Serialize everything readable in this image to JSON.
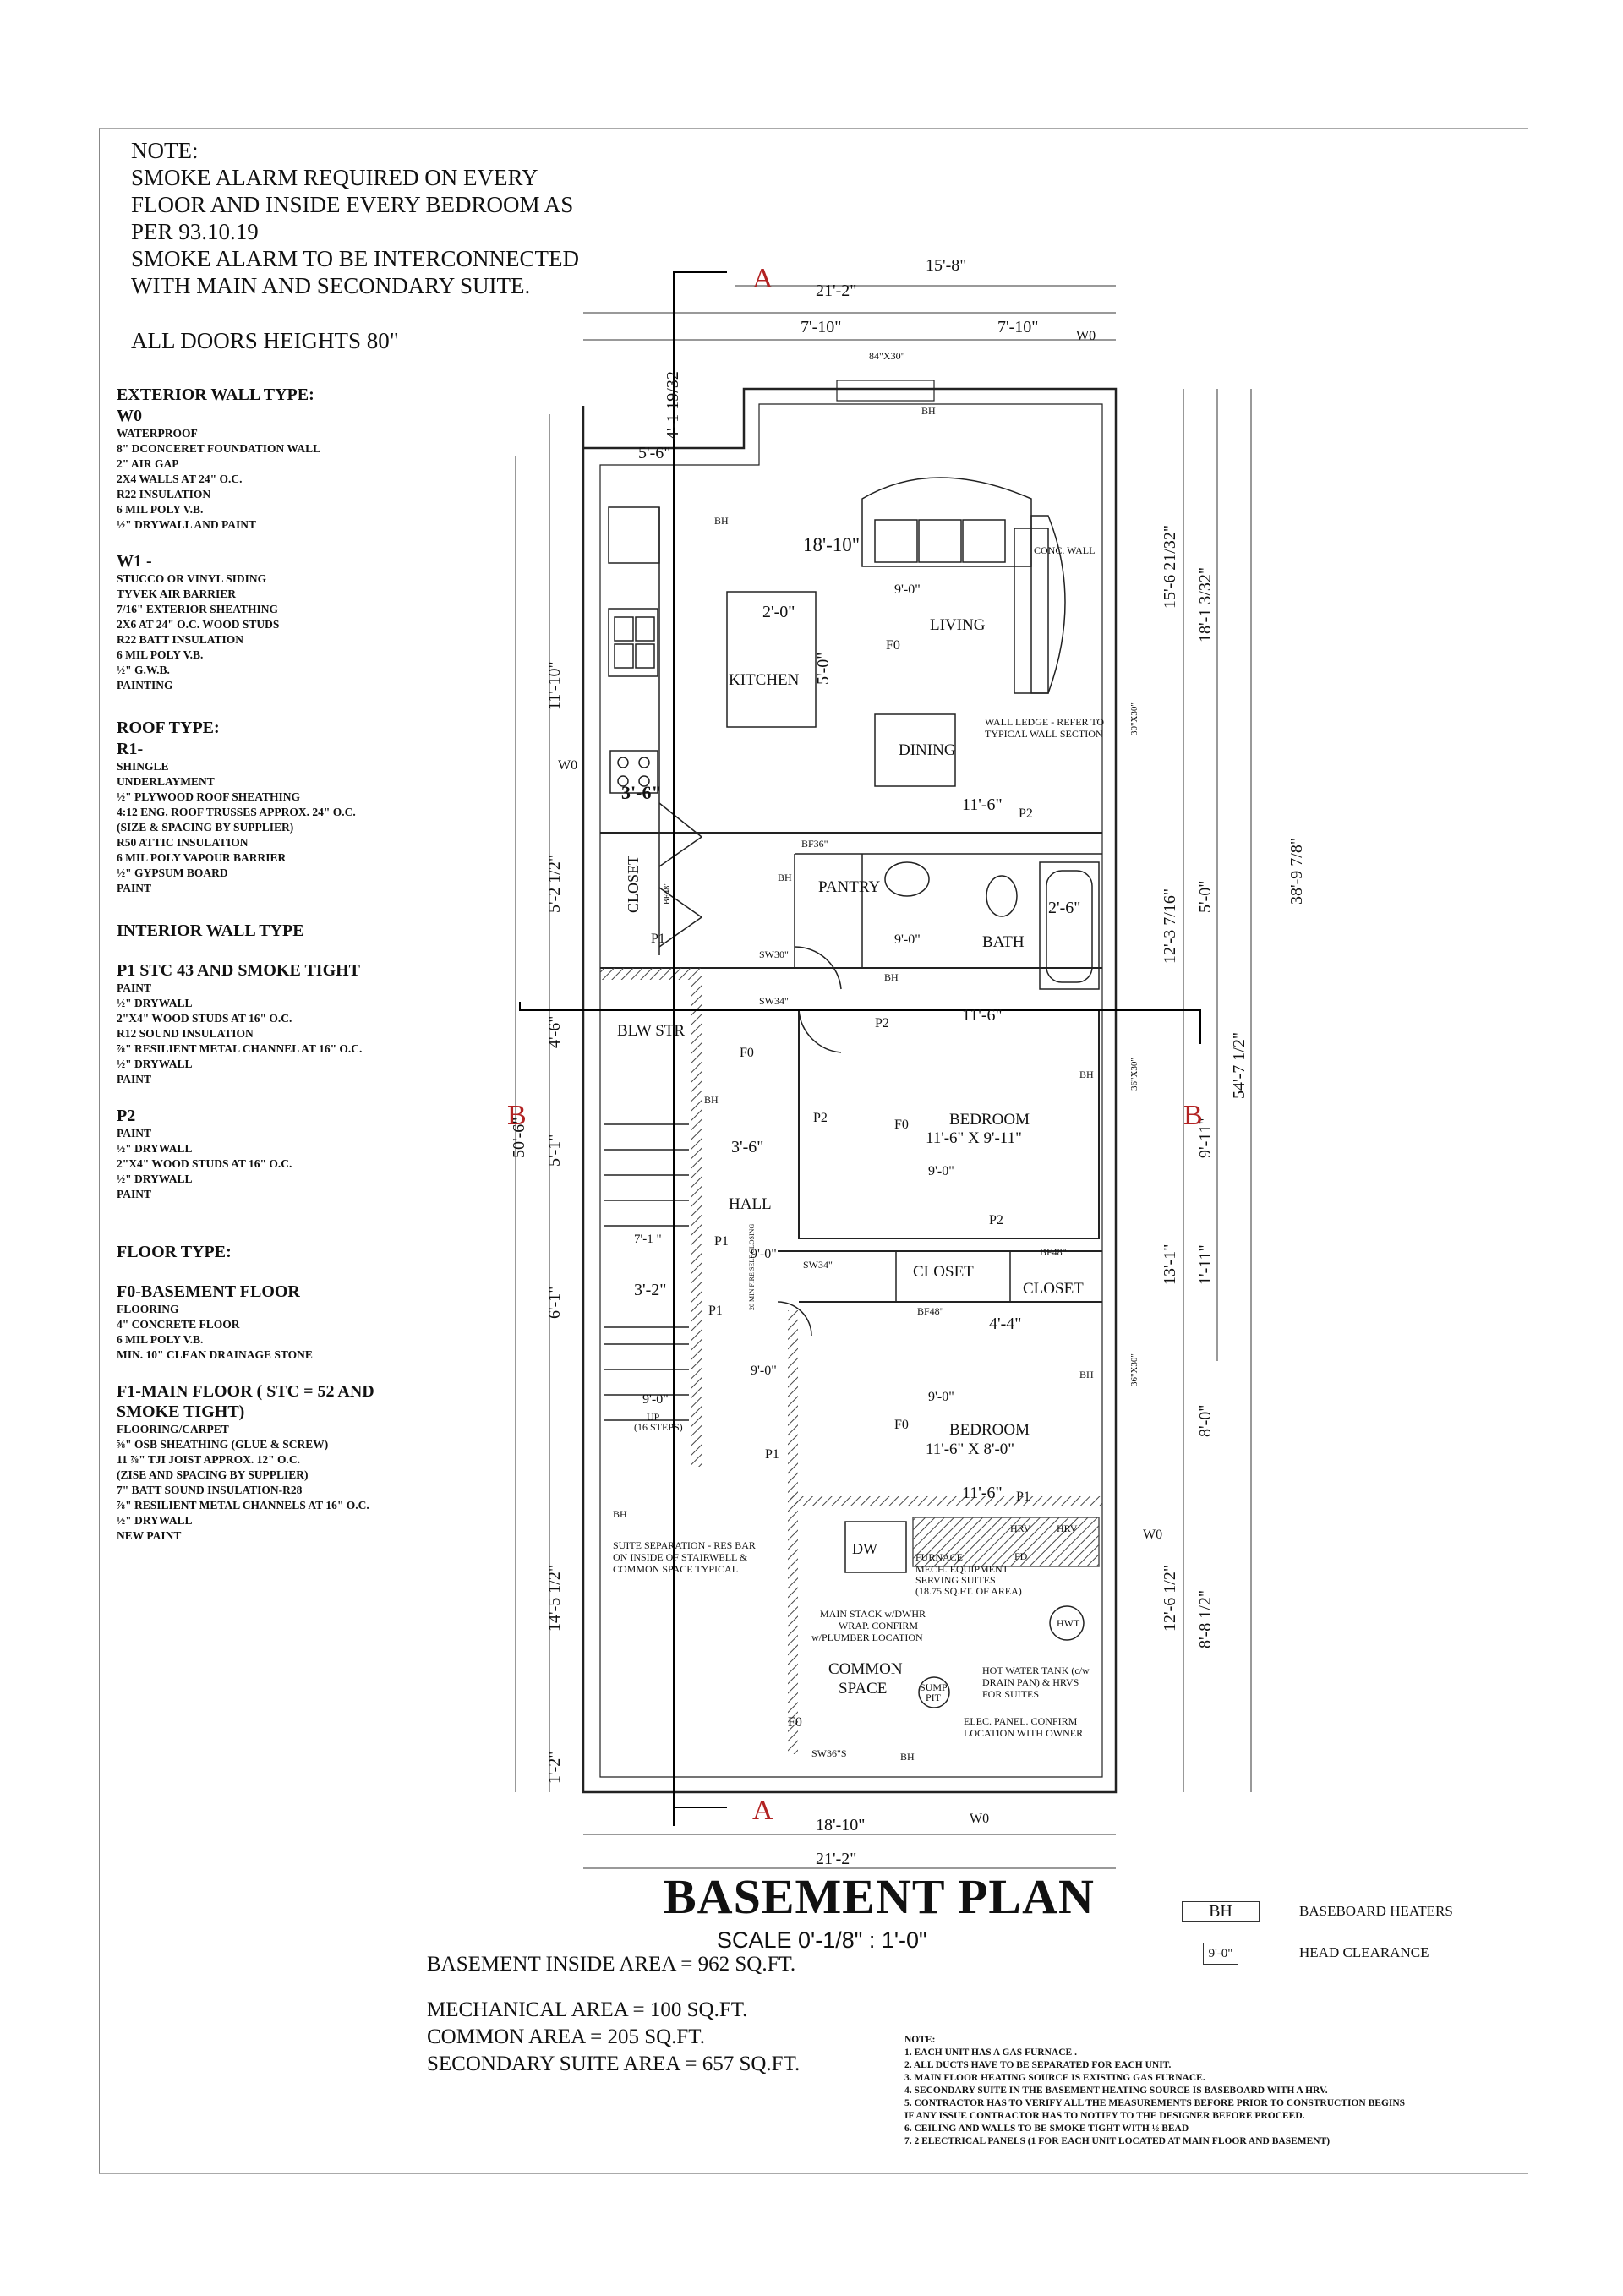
{
  "top_note": {
    "lines": [
      "NOTE:",
      "SMOKE ALARM REQUIRED ON EVERY",
      "FLOOR AND INSIDE EVERY BEDROOM AS",
      "PER 93.10.19",
      "SMOKE ALARM TO BE INTERCONNECTED",
      "WITH MAIN AND SECONDARY SUITE."
    ],
    "doors": "ALL DOORS HEIGHTS 80\""
  },
  "specs": {
    "exterior_title": "EXTERIOR WALL TYPE:",
    "w0_title": "W0",
    "w0_lines": [
      "WATERPROOF",
      "8\" DCONCERET FOUNDATION WALL",
      " 2\" AIR GAP",
      "2X4 WALLS AT 24\" O.C.",
      "R22 INSULATION",
      "6 MIL POLY V.B.",
      "½\" DRYWALL AND PAINT"
    ],
    "w1_title": "W1 -",
    "w1_lines": [
      "STUCCO OR VINYL SIDING",
      "TYVEK AIR BARRIER",
      "7/16\" EXTERIOR SHEATHING",
      "2X6 AT 24\" O.C. WOOD STUDS",
      "R22  BATT INSULATION",
      "6 MIL POLY V.B.",
      "½\" G.W.B.",
      "PAINTING"
    ],
    "roof_title": "ROOF TYPE:",
    "r1_title": "R1-",
    "r1_lines": [
      "SHINGLE",
      "UNDERLAYMENT",
      "½\" PLYWOOD ROOF SHEATHING",
      "4:12 ENG. ROOF TRUSSES APPROX. 24\" O.C.",
      "(SIZE & SPACING BY SUPPLIER)",
      "R50 ATTIC INSULATION",
      "6 MIL POLY VAPOUR BARRIER",
      "½\" GYPSUM BOARD",
      "PAINT"
    ],
    "interior_title": "INTERIOR WALL TYPE",
    "p1_title": "P1  STC 43 AND SMOKE TIGHT",
    "p1_lines": [
      "PAINT",
      "½\" DRYWALL",
      "2\"X4\" WOOD STUDS AT 16\" O.C.",
      "R12 SOUND INSULATION",
      "⅞\" RESILIENT METAL CHANNEL AT 16\" O.C.",
      "½\" DRYWALL",
      "PAINT"
    ],
    "p2_title": "P2",
    "p2_lines": [
      "PAINT",
      "½\" DRYWALL",
      "2\"X4\" WOOD STUDS AT 16\" O.C.",
      "½\" DRYWALL",
      "PAINT"
    ],
    "floor_title": "FLOOR TYPE:",
    "f0_title": "F0-BASEMENT FLOOR",
    "f0_lines": [
      " FLOORING",
      "4\" CONCRETE FLOOR",
      "6 MIL POLY V.B.",
      "MIN. 10\" CLEAN DRAINAGE STONE"
    ],
    "f1_title": "F1-MAIN FLOOR ( STC = 52 AND SMOKE TIGHT)",
    "f1_lines": [
      "FLOORING/CARPET",
      "⅝\" OSB SHEATHING (GLUE & SCREW)",
      "11 ⅞\" TJI JOIST APPROX. 12\" O.C.",
      "(ZISE AND SPACING BY SUPPLIER)",
      " 7\" BATT SOUND INSULATION-R28",
      "⅞\" RESILIENT METAL CHANNELS AT 16\" O.C.",
      "½\" DRYWALL",
      "NEW PAINT"
    ]
  },
  "plan": {
    "dims": {
      "top_15_8": "15'-8\"",
      "top_21_2": "21'-2\"",
      "top_7_10a": "7'-10\"",
      "top_7_10b": "7'-10\"",
      "win_top": "84\"X30\"",
      "d_5_6": "5'-6\"",
      "d_4_1": "4'-1 19/32",
      "d_18_10_in": "18'-10\"",
      "d_2_0": "2'-0\"",
      "d_5_0": "5'-0\"",
      "d_11_10": "11'-10\"",
      "d_5_2": "5'-2 1/2\"",
      "d_4_6": "4'-6\"",
      "d_50_6": "50'-6\"",
      "d_5_1": "5'-1\"",
      "d_6_1": "6'-1\"",
      "d_14_5": "14'-5 1/2\"",
      "d_1_2": "1'-2\"",
      "d_11_6a": "11'-6\"",
      "d_11_6b": "11'-6\"",
      "d_11_6c": "11'-6\"",
      "d_2_6": "2'-6\"",
      "d_3_6": "3'-6\"",
      "d_3_2": "3'-2\"",
      "d_7_1": "7'-1 \"",
      "d_4_4": "4'-4\"",
      "r_15_6": "15'-6 21/32\"",
      "r_18_1": "18'-1 3/32\"",
      "r_38_9": "38'-9 7/8\"",
      "r_5_0": "5'-0\"",
      "r_12_3": "12'-3 7/16\"",
      "r_54_7": "54'-7 1/2\"",
      "r_9_11": "9'-11\"",
      "r_13_1": "13'-1\"",
      "r_1_11": "1'-11\"",
      "r_8_0": "8'-0\"",
      "r_12_6": "12'-6 1/2\"",
      "r_8_8": "8'-8 1/2\"",
      "bot_18_10": "18'-10\"",
      "bot_21_2": "21'-2\""
    },
    "rooms": {
      "living": "LIVING",
      "kitchen": "KITCHEN",
      "dining": "DINING",
      "pantry": "PANTRY",
      "bath": "BATH",
      "closet_v": "CLOSET",
      "blw_str": "BLW STR",
      "bedroom1": "BEDROOM",
      "bedroom1_size": "11'-6\" X 9'-11\"",
      "hall": "HALL",
      "closet1": "CLOSET",
      "closet2": "CLOSET",
      "bedroom2": "BEDROOM",
      "bedroom2_size": "11'-6\" X 8'-0\"",
      "common": "COMMON",
      "space": "SPACE"
    },
    "labels": {
      "bh": "BH",
      "clear": "9'-0\"",
      "f0": "F0",
      "p1": "P1",
      "p2": "P2",
      "w0": "W0",
      "conc_wall": "CONC. WALL",
      "wall_ledge1": "WALL LEDGE - REFER TO",
      "wall_ledge2": "TYPICAL WALL SECTION",
      "win30": "30\"X30\"",
      "win36a": "36\"X30\"",
      "win36b": "36\"X30\"",
      "bf36": "BF36\"",
      "bf48a": "BF48\"",
      "bf48b": "BF48\"",
      "bf48c": "BF48\"",
      "sw30": "SW30\"",
      "sw34a": "SW34\"",
      "sw34b": "SW34\"",
      "sw36s": "SW36\"S",
      "up": "UP",
      "steps": "(16 STEPS)",
      "fire_door": "20 MIN FIRE SELF CLOSING",
      "dw": "DW",
      "furnace": "FURNACE",
      "hrv": "HRV",
      "fd": "FD",
      "mech1": "MECH. EQUIPMENT",
      "mech2": "SERVING SUITES",
      "mech3": "(18.75 SQ.FT. OF AREA)",
      "suite1": "SUITE SEPARATION - RES BAR",
      "suite2": "ON INSIDE OF STAIRWELL &",
      "suite3": "COMMON SPACE TYPICAL",
      "stack1": "MAIN STACK w/DWHR",
      "stack2": "WRAP. CONFIRM",
      "stack3": "w/PLUMBER LOCATION",
      "hwt": "HWT",
      "hot1": "HOT WATER TANK (c/w",
      "hot2": "DRAIN PAN) & HRVS",
      "hot3": "FOR SUITES",
      "sump1": "SUMP",
      "sump2": "PIT",
      "elec1": "ELEC. PANEL. CONFIRM",
      "elec2": "LOCATION WITH OWNER",
      "sec_a": "A",
      "sec_b": "B",
      "k36": "3'-6\""
    }
  },
  "title": "BASEMENT PLAN",
  "scale": "SCALE  0'-1/8\" : 1'-0\"",
  "areas": {
    "inside": "BASEMENT INSIDE AREA = 962 SQ.FT.",
    "mechanical": "MECHANICAL  AREA = 100 SQ.FT.",
    "common": "COMMON  AREA = 205 SQ.FT.",
    "secondary": "SECONDARY SUITE AREA = 657 SQ.FT."
  },
  "legend": {
    "bh_box": "BH",
    "bh_text": "BASEBOARD HEATERS",
    "hc_box": "9'-0\"",
    "hc_text": "HEAD CLEARANCE"
  },
  "notes": [
    "NOTE:",
    "1. EACH UNIT HAS A GAS FURNACE .",
    "2. ALL DUCTS HAVE TO BE SEPARATED FOR EACH UNIT.",
    "3. MAIN FLOOR HEATING SOURCE IS EXISTING GAS FURNACE.",
    "4. SECONDARY SUITE IN THE BASEMENT HEATING SOURCE IS BASEBOARD WITH A HRV.",
    "5. CONTRACTOR HAS TO VERIFY ALL THE MEASUREMENTS BEFORE PRIOR TO CONSTRUCTION BEGINS",
    "IF ANY ISSUE CONTRACTOR HAS TO NOTIFY TO THE DESIGNER BEFORE PROCEED.",
    "6. CEILING AND WALLS TO BE SMOKE TIGHT WITH ½ BEAD",
    "7. 2 ELECTRICAL PANELS (1 FOR EACH UNIT LOCATED AT MAIN FLOOR AND BASEMENT)"
  ],
  "colors": {
    "ink": "#111111",
    "section_marker": "#b22222",
    "grid": "#999999"
  }
}
